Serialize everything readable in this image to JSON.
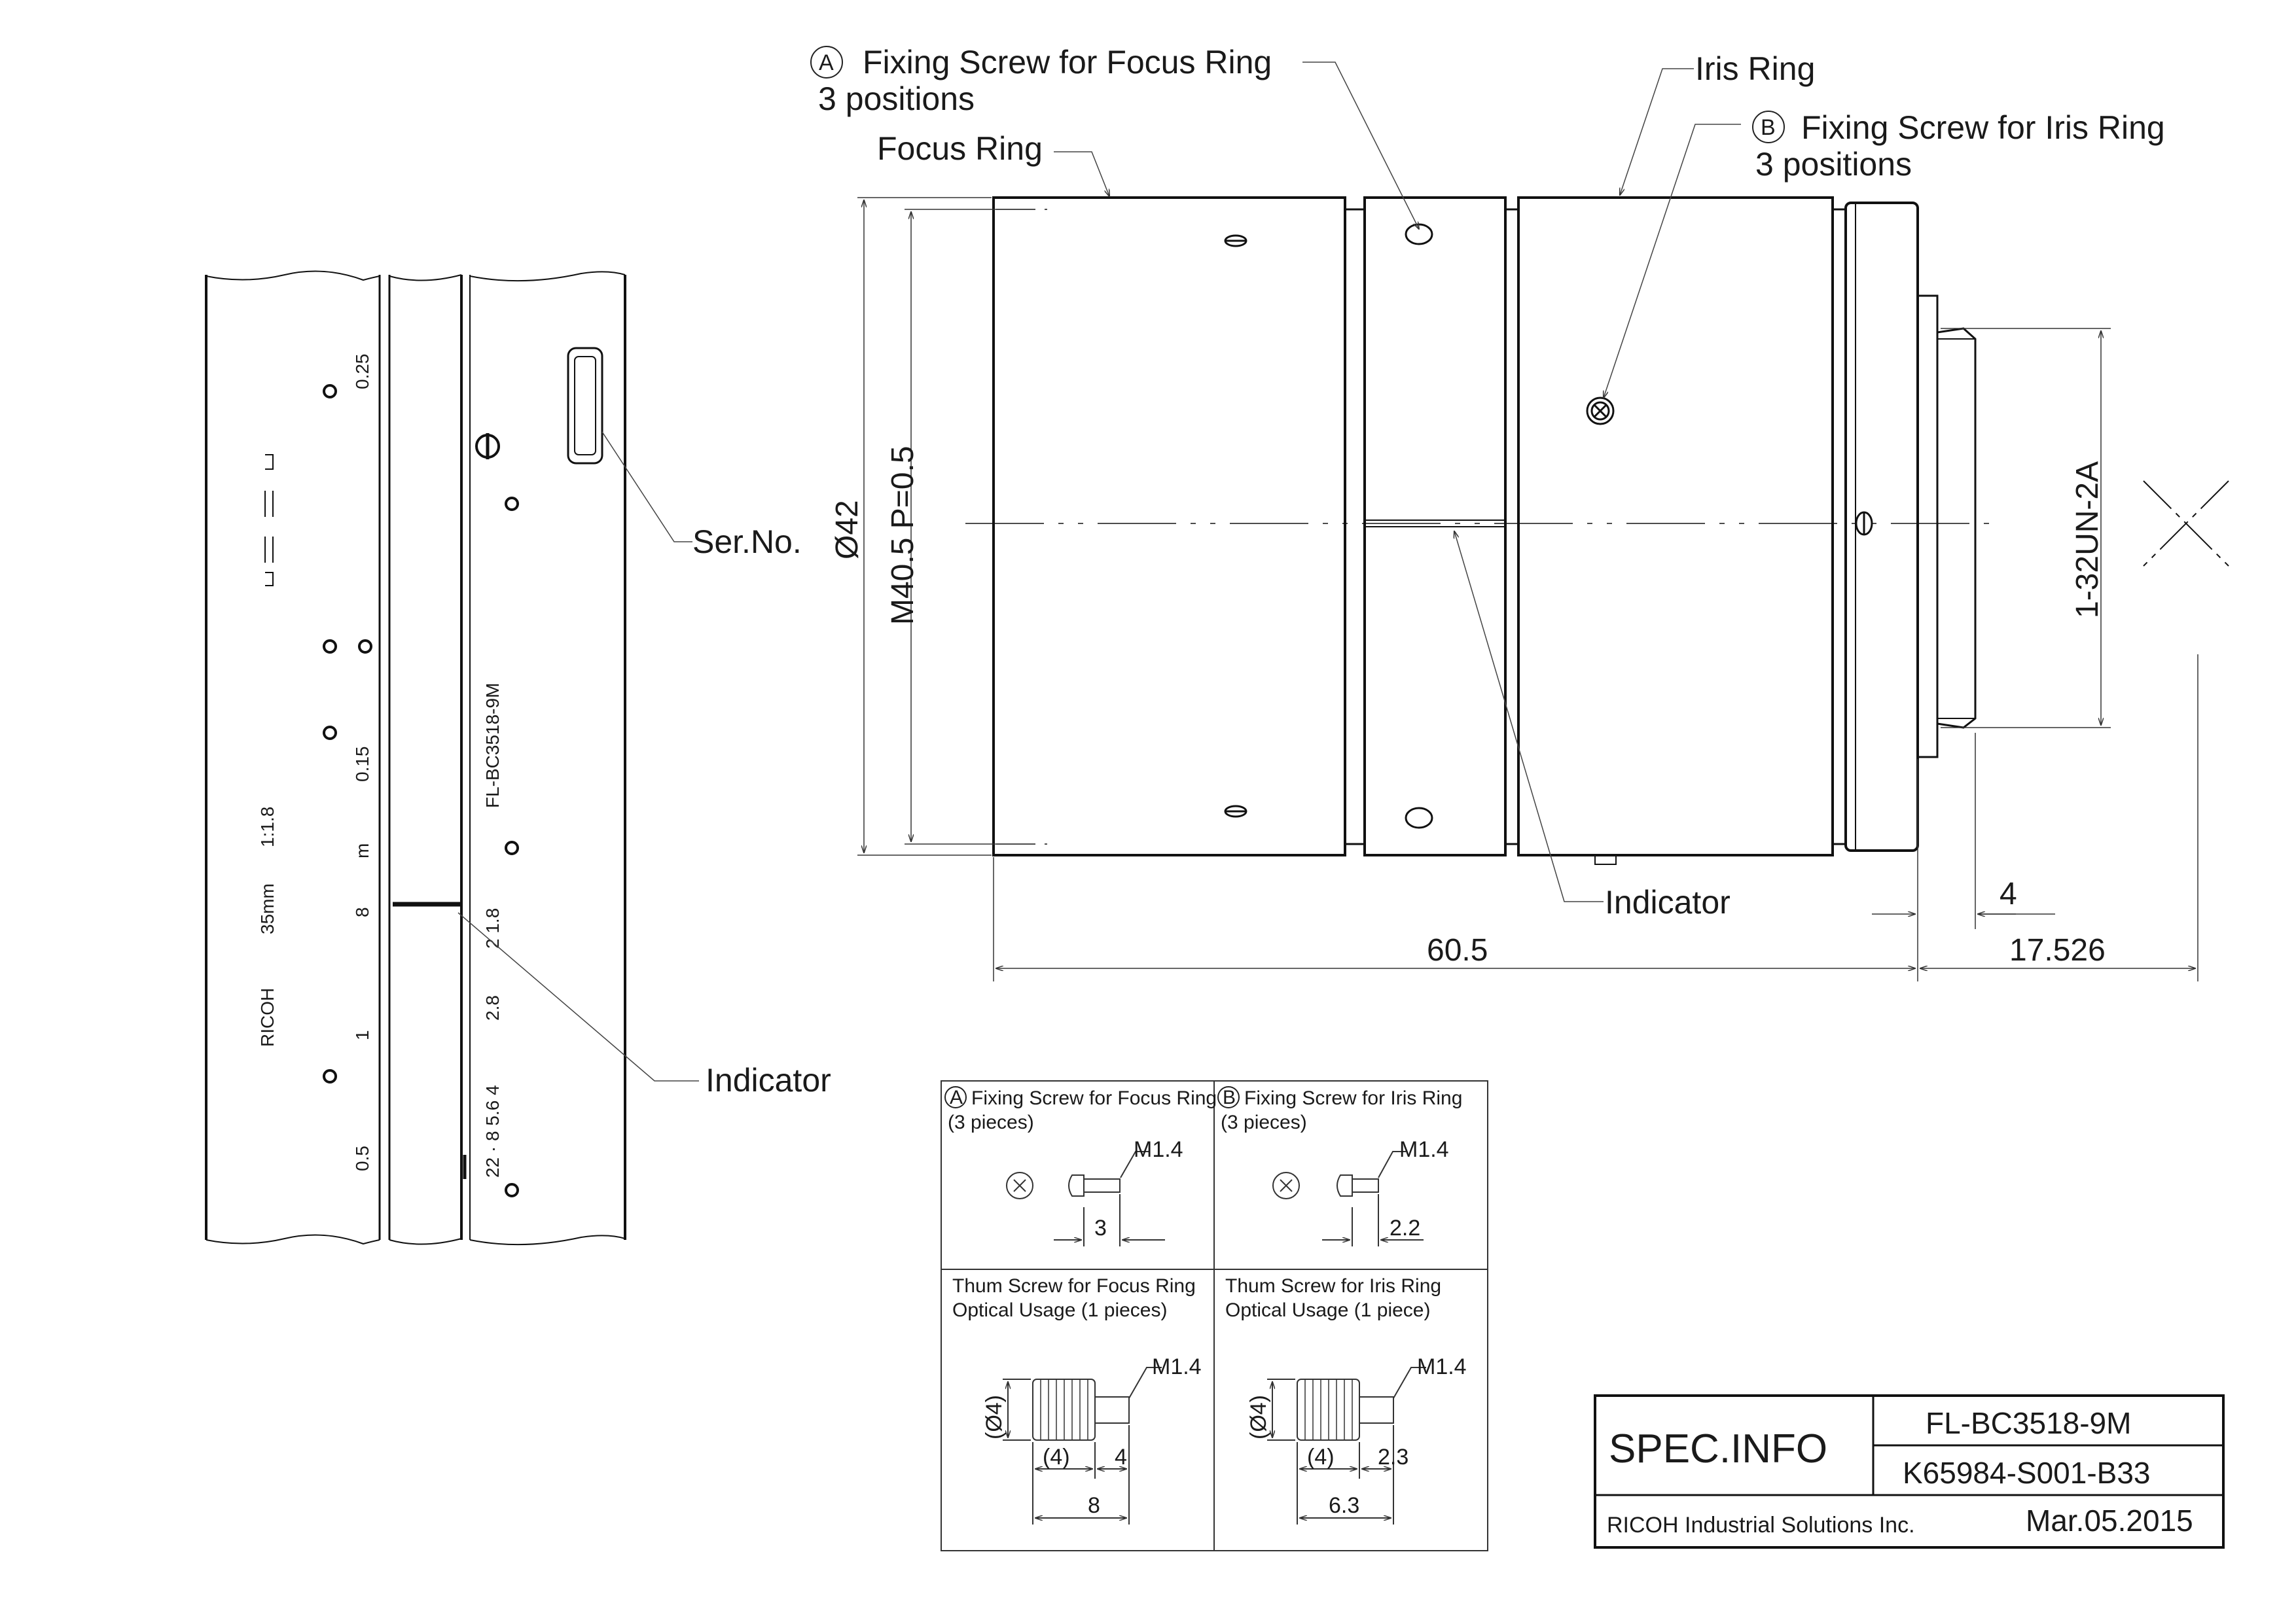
{
  "left_view": {
    "scale_025": "0.25",
    "scale_015": "0.15",
    "scale_m": "m",
    "scale_inf": "8",
    "scale_1": "1",
    "scale_05": "0.5",
    "aperture_ratio": "1:1.8",
    "focal_length": "35mm",
    "brand": "RICOH",
    "model": "FL-BC3518-9M",
    "fstops_1": "2 1.8",
    "fstops_2": "2.8",
    "fstops_3": "22 · 8 5.6  4",
    "ser_no_label": "Ser.No.",
    "indicator_label": "Indicator"
  },
  "callouts": {
    "mark_a": "A",
    "fixing_focus": "Fixing Screw for Focus Ring",
    "fixing_focus_positions": "3 positions",
    "focus_ring": "Focus Ring",
    "iris_ring": "Iris Ring",
    "mark_b": "B",
    "fixing_iris": "Fixing Screw for Iris Ring",
    "fixing_iris_positions": "3  positions",
    "indicator": "Indicator"
  },
  "lens": {
    "dim_diameter": "Ø42",
    "dim_filter_thread": "M40.5 P=0.5",
    "dim_mount_thread": "1-32UN-2A",
    "dim_length": "60.5",
    "dim_flange": "17.526",
    "dim_thread": "4"
  },
  "accessories": {
    "cell_a": {
      "mark": "A",
      "title": "Fixing Screw for Focus Ring",
      "qty": "(3 pieces)",
      "thread": "M1.4",
      "length": "3"
    },
    "cell_b": {
      "mark": "B",
      "title": "Fixing Screw for Iris Ring",
      "qty": "(3 pieces)",
      "thread": "M1.4",
      "length": "2.2"
    },
    "cell_c": {
      "title": "Thum Screw for Focus Ring",
      "qty": "Optical Usage (1 pieces)",
      "thread": "M1.4",
      "dia": "(Ø4)",
      "head": "(4)",
      "shank": "4",
      "total": "8"
    },
    "cell_d": {
      "title": "Thum Screw for Iris Ring",
      "qty": "Optical Usage (1 piece)",
      "thread": "M1.4",
      "dia": "(Ø4)",
      "head": "(4)",
      "shank": "2.3",
      "total": "6.3"
    }
  },
  "title_block": {
    "heading": "SPEC.INFO",
    "model": "FL-BC3518-9M",
    "drawing_no": "K65984-S001-B33",
    "company": "RICOH Industrial Solutions Inc.",
    "date": "Mar.05.2015"
  }
}
